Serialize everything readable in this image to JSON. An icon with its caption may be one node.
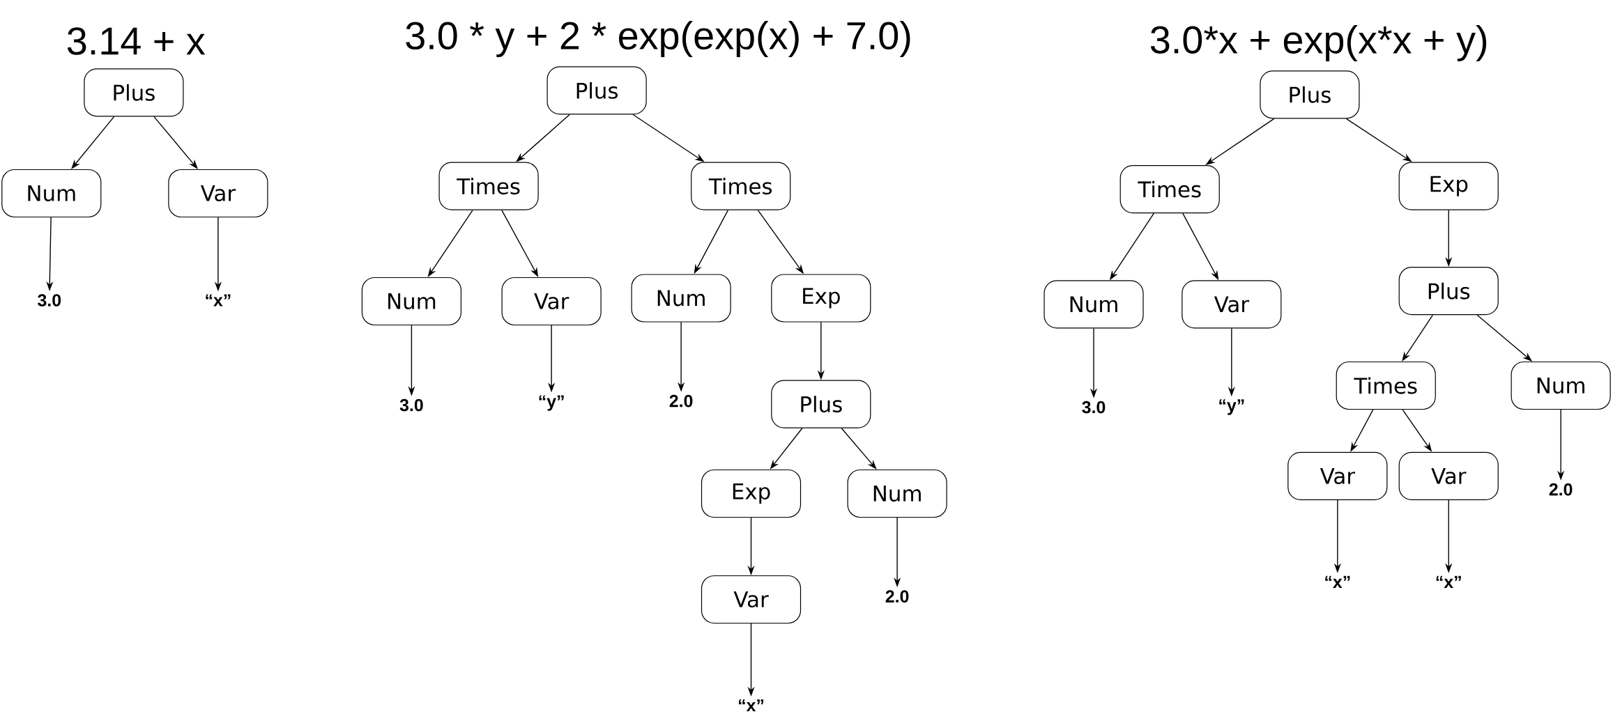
{
  "diagram": {
    "nodes": [
      {
        "text": [
          "Plus"
        ]
      },
      {
        "text": [
          "Num"
        ]
      },
      {
        "text": [
          "Var"
        ]
      },
      {
        "text": [
          "3.0"
        ]
      },
      {
        "text": [
          "“x”"
        ]
      },
      {
        "text": [
          "Plus"
        ]
      },
      {
        "text": [
          "Times"
        ]
      },
      {
        "text": [
          "Times"
        ]
      },
      {
        "text": [
          "Num"
        ]
      },
      {
        "text": [
          "Var"
        ]
      },
      {
        "text": [
          "Num"
        ]
      },
      {
        "text": [
          "Exp"
        ]
      },
      {
        "text": [
          "3.0"
        ]
      },
      {
        "text": [
          "“y”"
        ]
      },
      {
        "text": [
          "2.0"
        ]
      },
      {
        "text": [
          "Plus"
        ]
      },
      {
        "text": [
          "Exp"
        ]
      },
      {
        "text": [
          "Num"
        ]
      },
      {
        "text": [
          "Var"
        ]
      },
      {
        "text": [
          "2.0"
        ]
      },
      {
        "text": [
          "“x”"
        ]
      },
      {
        "text": [
          "Plus"
        ]
      },
      {
        "text": [
          "Times"
        ]
      },
      {
        "text": [
          "Exp"
        ]
      },
      {
        "text": [
          "Num"
        ]
      },
      {
        "text": [
          "Var"
        ]
      },
      {
        "text": [
          "Plus"
        ]
      },
      {
        "text": [
          "3.0"
        ]
      },
      {
        "text": [
          "“y”"
        ]
      },
      {
        "text": [
          "Times"
        ]
      },
      {
        "text": [
          "Num"
        ]
      },
      {
        "text": [
          "Var"
        ]
      },
      {
        "text": [
          "Var"
        ]
      },
      {
        "text": [
          "2.0"
        ]
      },
      {
        "text": [
          "“x”"
        ]
      },
      {
        "text": [
          "“x”"
        ]
      }
    ],
    "edges": [
      {
        "from": 0,
        "to": 1,
        "arrow": "to"
      },
      {
        "from": 0,
        "to": 2,
        "arrow": "to"
      },
      {
        "from": 1,
        "to": 3,
        "arrow": "to"
      },
      {
        "from": 2,
        "to": 4,
        "arrow": "to"
      },
      {
        "from": 5,
        "to": 6,
        "arrow": "to"
      },
      {
        "from": 5,
        "to": 7,
        "arrow": "to"
      },
      {
        "from": 6,
        "to": 8,
        "arrow": "to"
      },
      {
        "from": 6,
        "to": 9,
        "arrow": "to"
      },
      {
        "from": 7,
        "to": 10,
        "arrow": "to"
      },
      {
        "from": 7,
        "to": 11,
        "arrow": "to"
      },
      {
        "from": 8,
        "to": 12,
        "arrow": "to"
      },
      {
        "from": 9,
        "to": 13,
        "arrow": "to"
      },
      {
        "from": 10,
        "to": 14,
        "arrow": "to"
      },
      {
        "from": 11,
        "to": 15,
        "arrow": "to"
      },
      {
        "from": 15,
        "to": 16,
        "arrow": "to"
      },
      {
        "from": 15,
        "to": 17,
        "arrow": "to"
      },
      {
        "from": 16,
        "to": 18,
        "arrow": "to"
      },
      {
        "from": 17,
        "to": 19,
        "arrow": "to"
      },
      {
        "from": 18,
        "to": 20,
        "arrow": "to"
      },
      {
        "from": 21,
        "to": 22,
        "arrow": "to"
      },
      {
        "from": 21,
        "to": 23,
        "arrow": "to"
      },
      {
        "from": 22,
        "to": 24,
        "arrow": "to"
      },
      {
        "from": 22,
        "to": 25,
        "arrow": "to"
      },
      {
        "from": 23,
        "to": 26,
        "arrow": "to"
      },
      {
        "from": 24,
        "to": 27,
        "arrow": "to"
      },
      {
        "from": 25,
        "to": 28,
        "arrow": "to"
      },
      {
        "from": 26,
        "to": 29,
        "arrow": "to"
      },
      {
        "from": 26,
        "to": 30,
        "arrow": "to"
      },
      {
        "from": 29,
        "to": 31,
        "arrow": "to"
      },
      {
        "from": 29,
        "to": 32,
        "arrow": "to"
      },
      {
        "from": 30,
        "to": 33,
        "arrow": "to"
      },
      {
        "from": 31,
        "to": 34,
        "arrow": "to"
      },
      {
        "from": 32,
        "to": 35,
        "arrow": "to"
      }
    ],
    "labels": [
      "3.14 + x",
      "3.0 * y + 2 * exp(exp(x) + 7.0)",
      "3.0*x + exp(x*x + y)"
    ]
  }
}
